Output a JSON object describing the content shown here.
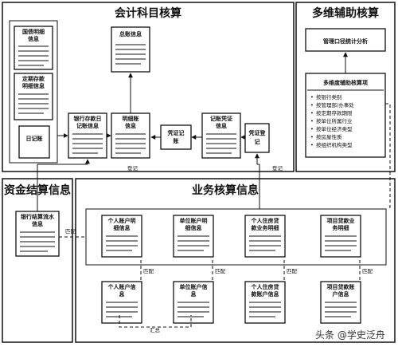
{
  "sections": {
    "accounting": "会计科目核算",
    "multi_dim": "多维辅助核算",
    "fund_settlement": "资金结算信息",
    "business": "业务核算信息"
  },
  "accounting_boxes": {
    "national_debt": [
      "国债明细",
      "信息"
    ],
    "fixed_deposit": [
      "定期存款",
      "明细信息"
    ],
    "daily_ledger": [
      "日记账"
    ],
    "bank_deposit_journal": [
      "银行存款日",
      "记账信息"
    ],
    "general_ledger": [
      "总账信息"
    ],
    "detail_ledger": [
      "明细账",
      "信息"
    ],
    "voucher_posting": [
      "凭证记",
      "账"
    ],
    "posted_voucher": [
      "记账凭证",
      "信息"
    ],
    "voucher_register": [
      "凭证登",
      "记"
    ]
  },
  "multi_dim_boxes": {
    "management_stats": "管理口径统计分析",
    "aux_items_title": "多维度辅助核算项",
    "aux_items": [
      "按银行类别",
      "按管理部/办事处",
      "按定期存款期限",
      "按单位所属行业",
      "按单位经济类型",
      "按房屋性质",
      "按组织机构类型"
    ]
  },
  "fund_boxes": {
    "bank_settlement_flow": [
      "银行结算流水",
      "信息"
    ]
  },
  "business_boxes": {
    "personal_account_detail": [
      "个人账户明",
      "细信息"
    ],
    "unit_account_detail": [
      "单位账户明",
      "细信息"
    ],
    "personal_loan_detail": [
      "个人住房贷",
      "款业务明细"
    ],
    "project_loan_detail": [
      "项目贷款业",
      "务明细"
    ],
    "personal_account": [
      "个人账户信",
      "息"
    ],
    "unit_account": [
      "单位账户信",
      "息"
    ],
    "personal_loan_account": [
      "个人住房贷",
      "款账户信息"
    ],
    "project_loan_account": [
      "项目贷款账",
      "户信息"
    ]
  },
  "connector_labels": {
    "register_left": "登记",
    "register_right": "登记",
    "match": "匹配",
    "match_1": "匹配",
    "match_2": "匹配",
    "match_3": "匹配",
    "match_4": "匹配",
    "summary": "汇总"
  },
  "watermark": "头条 @学史泛舟"
}
